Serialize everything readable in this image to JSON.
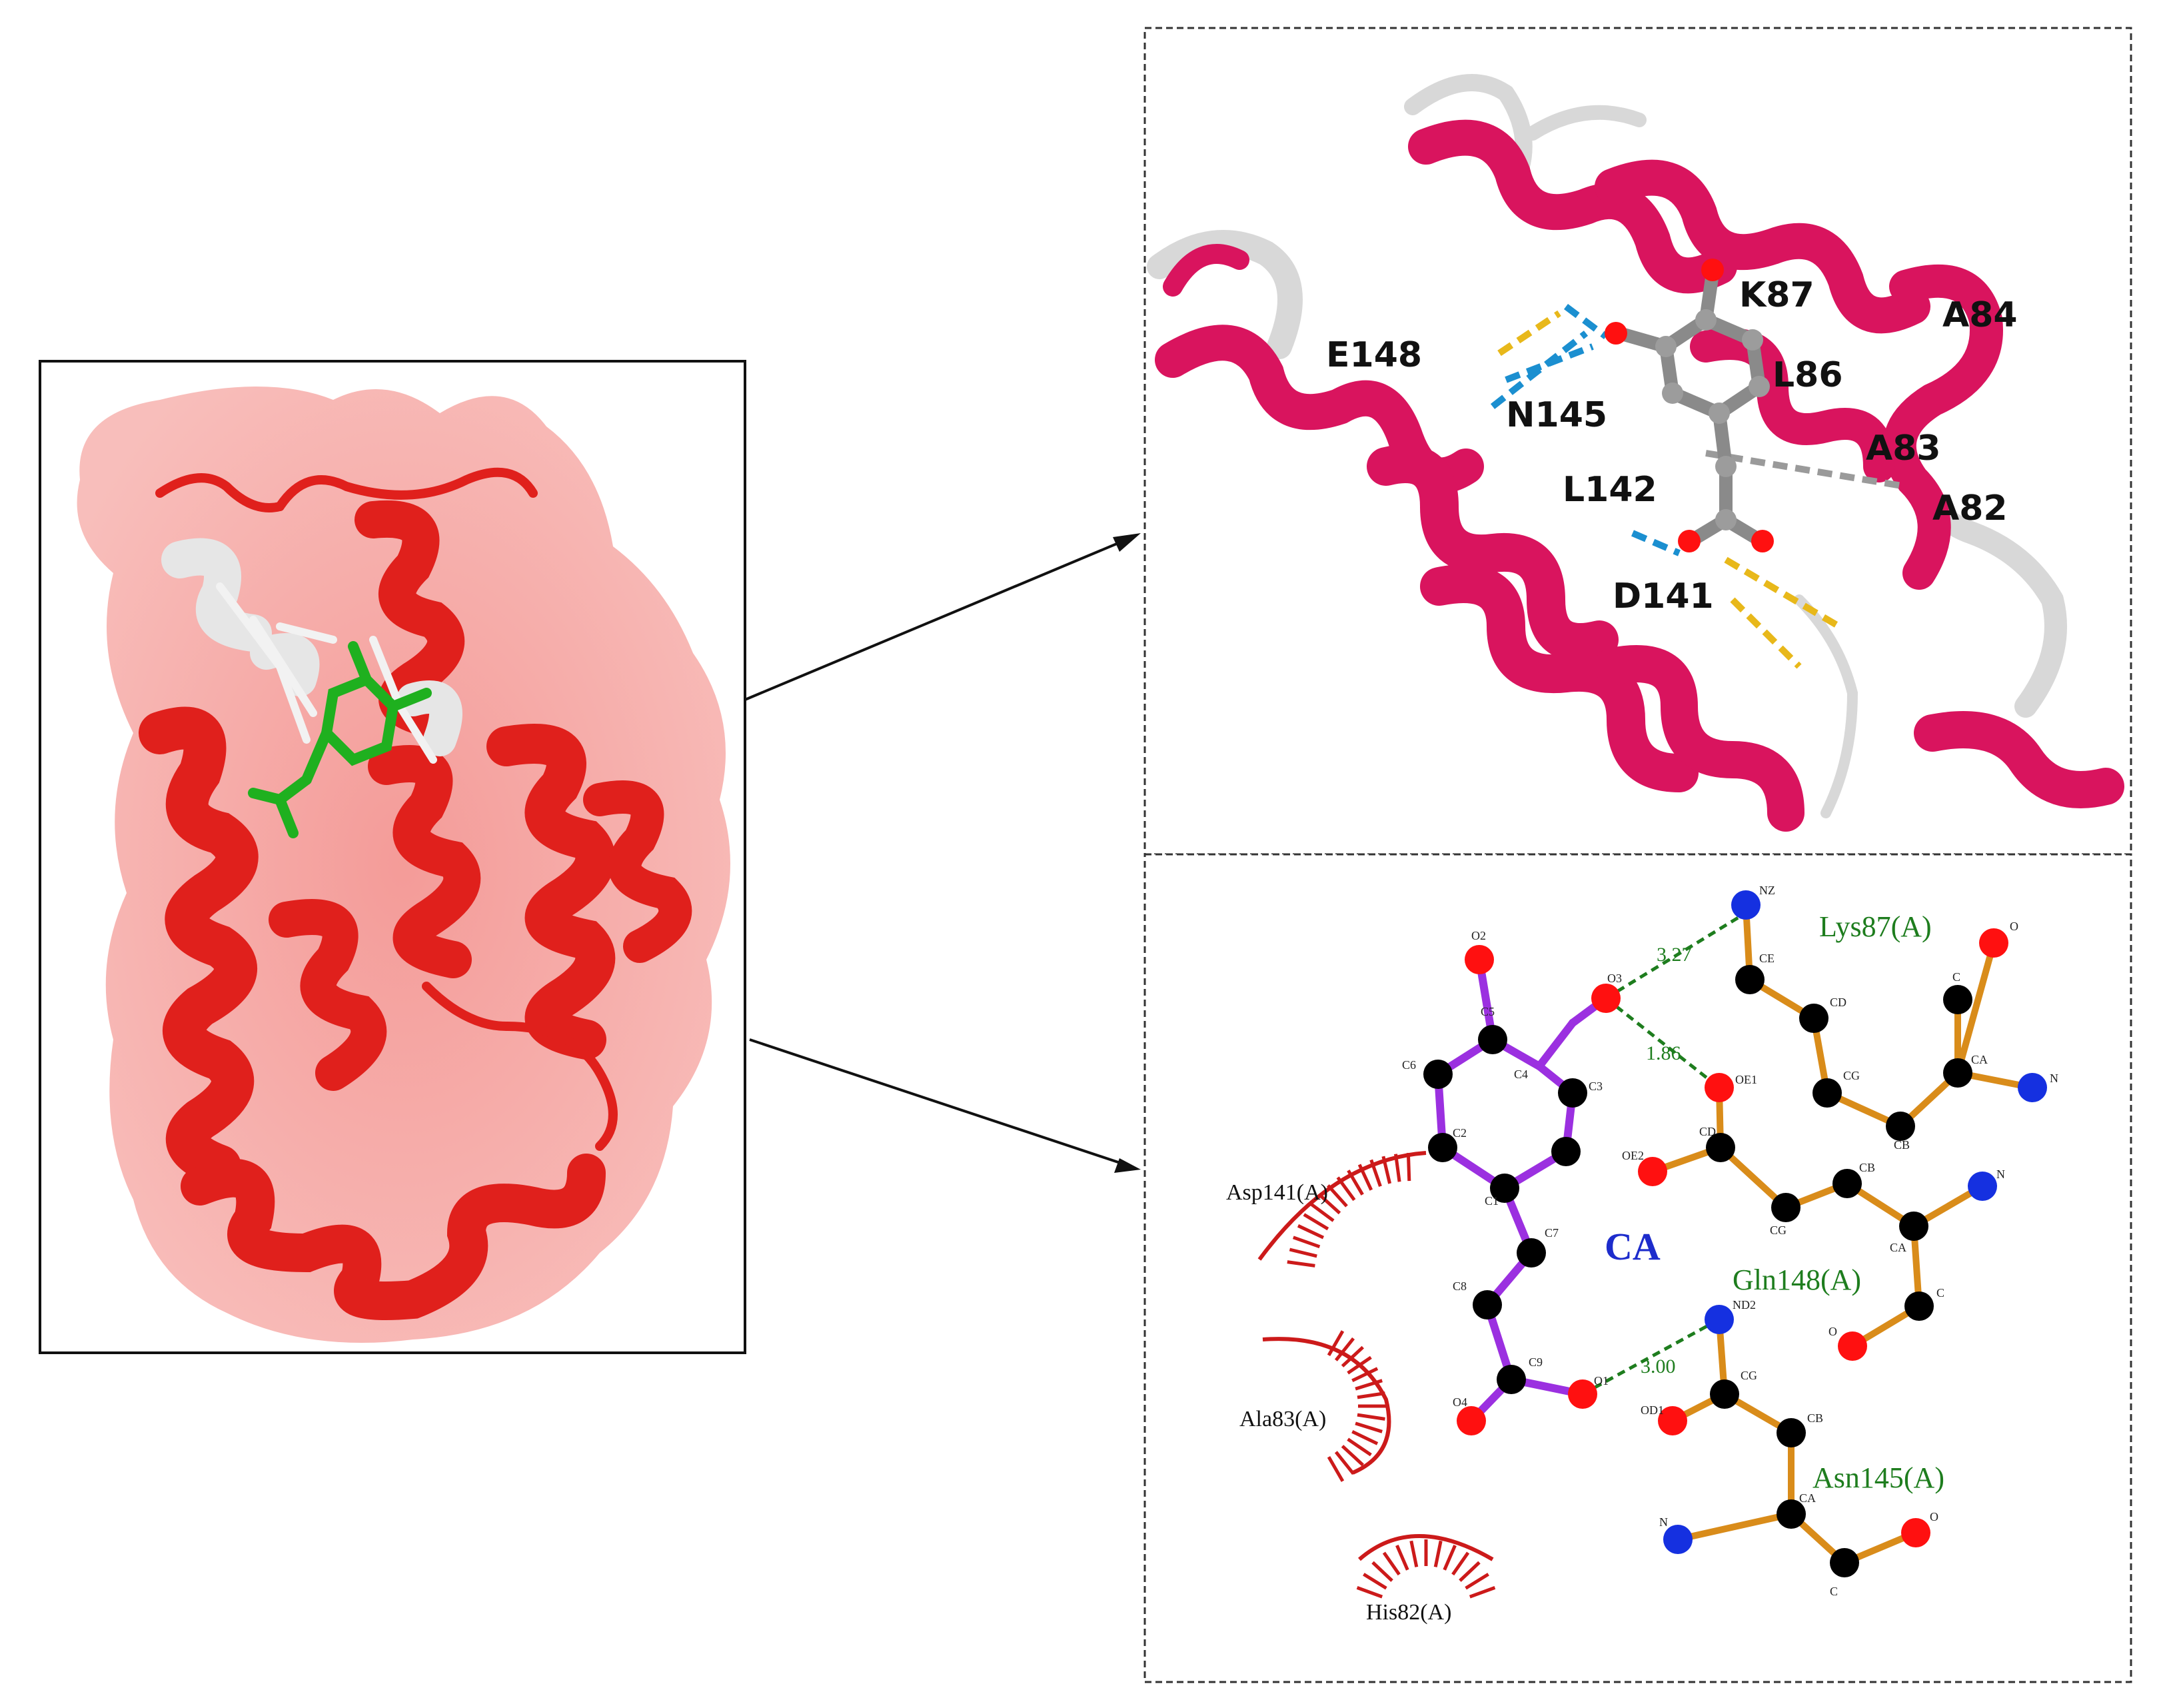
{
  "panel_3d": {
    "labels": {
      "e148": "E148",
      "n145": "N145",
      "k87": "K87",
      "a84": "A84",
      "l86": "L86",
      "a83": "A83",
      "l142": "L142",
      "a82": "A82",
      "d141": "D141"
    }
  },
  "panel_2d": {
    "ligand": "CA",
    "hbond_residues": {
      "lys87": "Lys87(A)",
      "gln148": "Gln148(A)",
      "asn145": "Asn145(A)"
    },
    "hydrophobic_residues": {
      "asp141": "Asp141(A)",
      "ala83": "Ala83(A)",
      "his82": "His82(A)"
    },
    "distances": {
      "d1": "3.27",
      "d2": "1.86",
      "d3": "3.00"
    },
    "atoms": {
      "o2": "O2",
      "o3": "O3",
      "c5": "C5",
      "c4": "C4",
      "c6": "C6",
      "c3": "C3",
      "c2": "C2",
      "c1": "C1",
      "c7": "C7",
      "c8": "C8",
      "c9": "C9",
      "o4": "O4",
      "o1": "O1",
      "nz": "NZ",
      "ce": "CE",
      "cd": "CD",
      "cg_lys": "CG",
      "cb_lys": "CB",
      "ca_lys": "CA",
      "c_lys": "C",
      "o_lys": "O",
      "n_lys": "N",
      "oe1": "OE1",
      "oe2": "OE2",
      "cd_gln": "CD",
      "cg_gln": "CG",
      "cb_gln": "CB",
      "ca_gln": "CA",
      "c_gln": "C",
      "o_gln": "O",
      "n_gln": "N",
      "nd2": "ND2",
      "od1": "OD1",
      "cg_asn": "CG",
      "cb_asn": "CB",
      "ca_asn": "CA",
      "c_asn": "C",
      "o_asn": "O",
      "n_asn": "N"
    }
  },
  "colors": {
    "protein_red": "#e0201c",
    "helix_pink": "#d9145e",
    "ligand_green": "#1fb01f",
    "ligand_bond": "#9b30e0",
    "residue_bond": "#d98c1a",
    "oxygen": "#ff1010",
    "nitrogen": "#1530e0",
    "carbon": "#000000",
    "hbond": "#1e7d1e"
  }
}
